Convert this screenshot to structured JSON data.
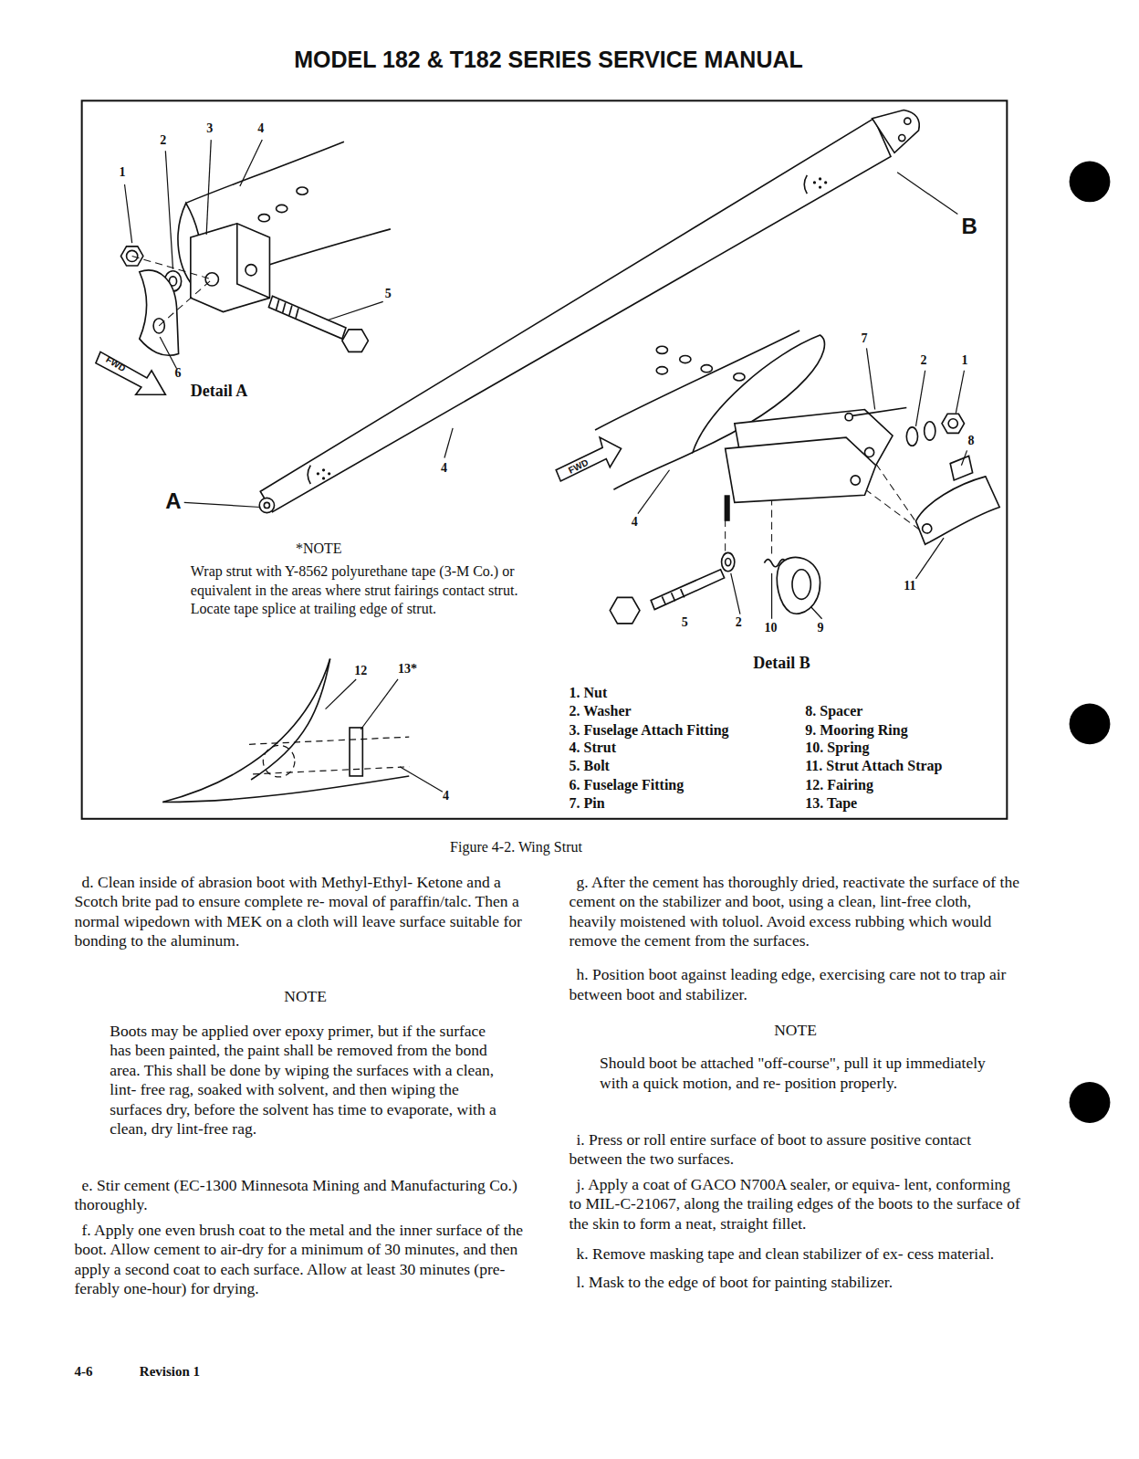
{
  "diagram": {
    "title": "MODEL 182 & T182 SERIES SERVICE MANUAL",
    "caption": "Figure 4-2. Wing Strut",
    "labels": [
      "1",
      "2",
      "3",
      "4",
      "5",
      "6",
      "FWD",
      "Detail A",
      "B",
      "A",
      "4",
      "7",
      "2",
      "1",
      "8",
      "FWD",
      "4",
      "11",
      "5",
      "2",
      "10",
      "9",
      "Detail B",
      "*NOTE",
      "Wrap strut with Y-8562 polyurethane tape (3-M Co.) or equivalent in the areas where strut fairings contact strut. Locate tape splice at trailing edge of strut.",
      "12",
      "13*",
      "4",
      "1. Nut",
      "2. Washer",
      "3. Fuselage Attach Fitting",
      "4. Strut",
      "5. Bolt",
      "6. Fuselage Fitting",
      "7. Pin",
      "8. Spacer",
      "9. Mooring Ring",
      "10. Spring",
      "11. Strut Attach Strap",
      "12. Fairing",
      "13. Tape",
      "d. Clean inside of abrasion boot with Methyl-Ethyl- Ketone and a Scotch brite pad to ensure complete re- moval of paraffin/talc. Then a normal wipedown with MEK on a cloth will leave surface suitable for bonding to the aluminum.",
      "NOTE",
      "Boots may be applied over epoxy primer, but if the surface has been painted, the paint shall be removed from the bond area. This shall be done by wiping the surfaces with a clean, lint- free rag, soaked with solvent, and then wiping the surfaces dry, before the solvent has time to evaporate, with a clean, dry lint-free rag.",
      "e. Stir cement (EC-1300 Minnesota Mining and Manufacturing Co.) thoroughly.",
      "f. Apply one even brush coat to the metal and the inner surface of the boot. Allow cement to air-dry for a minimum of 30 minutes, and then apply a second coat to each surface. Allow at least 30 minutes (pre- ferably one-hour) for drying.",
      "g. After the cement has thoroughly dried, reactivate the surface of the cement on the stabilizer and boot, using a clean, lint-free cloth, heavily moistened with toluol. Avoid excess rubbing which would remove the cement from the surfaces.",
      "h. Position boot against leading edge, exercising care not to trap air between boot and stabilizer.",
      "NOTE",
      "Should boot be attached \"off-course\", pull it up immediately with a quick motion, and re- position properly.",
      "i. Press or roll entire surface of boot to assure positive contact between the two surfaces.",
      "j. Apply a coat of GACO N700A sealer, or equiva- lent, conforming to MIL-C-21067, along the trailing edges of the boots to the surface of the skin to form a neat, straight fillet.",
      "k. Remove masking tape and clean stabilizer of ex- cess material.",
      "l. Mask to the edge of boot for painting stabilizer.",
      "4-6",
      "Revision 1"
    ]
  }
}
